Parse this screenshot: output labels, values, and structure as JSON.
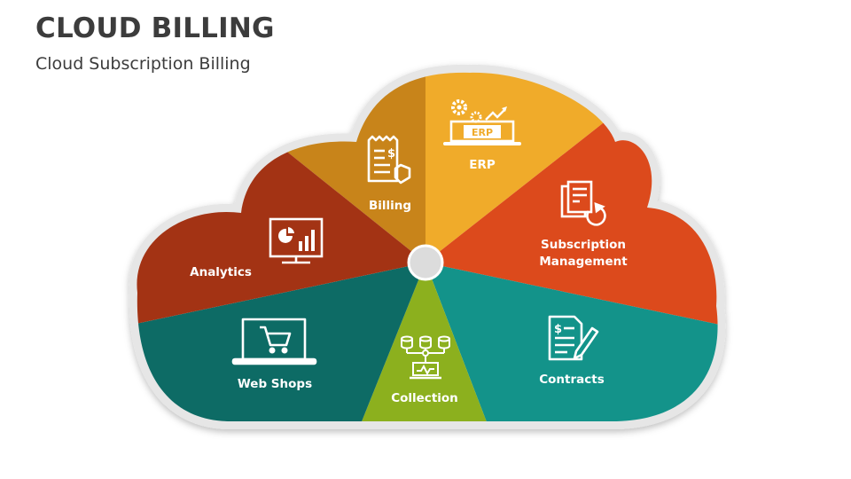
{
  "header": {
    "title": "CLOUD BILLING",
    "subtitle": "Cloud Subscription Billing"
  },
  "segments": [
    {
      "id": "billing",
      "label": "Billing",
      "color": "#c8841a",
      "icon": "receipt-dollar-icon"
    },
    {
      "id": "erp",
      "label": "ERP",
      "color": "#f0ab2a",
      "icon": "erp-laptop-icon"
    },
    {
      "id": "subscription",
      "label_lines": [
        "Subscription",
        "Management"
      ],
      "color": "#dc4a1c",
      "icon": "documents-refresh-icon"
    },
    {
      "id": "contracts",
      "label": "Contracts",
      "color": "#13938a",
      "icon": "contract-pen-icon"
    },
    {
      "id": "collection",
      "label": "Collection",
      "color": "#8cb01e",
      "icon": "database-collection-icon"
    },
    {
      "id": "webshops",
      "label": "Web Shops",
      "color": "#0d6b65",
      "icon": "shopping-cart-laptop-icon"
    },
    {
      "id": "analytics",
      "label": "Analytics",
      "color": "#a33314",
      "icon": "analytics-monitor-icon"
    }
  ],
  "icon_text": {
    "erp": "ERP",
    "dollar": "$"
  },
  "colors": {
    "cloud_border": "#ececec",
    "hub": "#dcdcdc",
    "title": "#3c3c3c"
  }
}
